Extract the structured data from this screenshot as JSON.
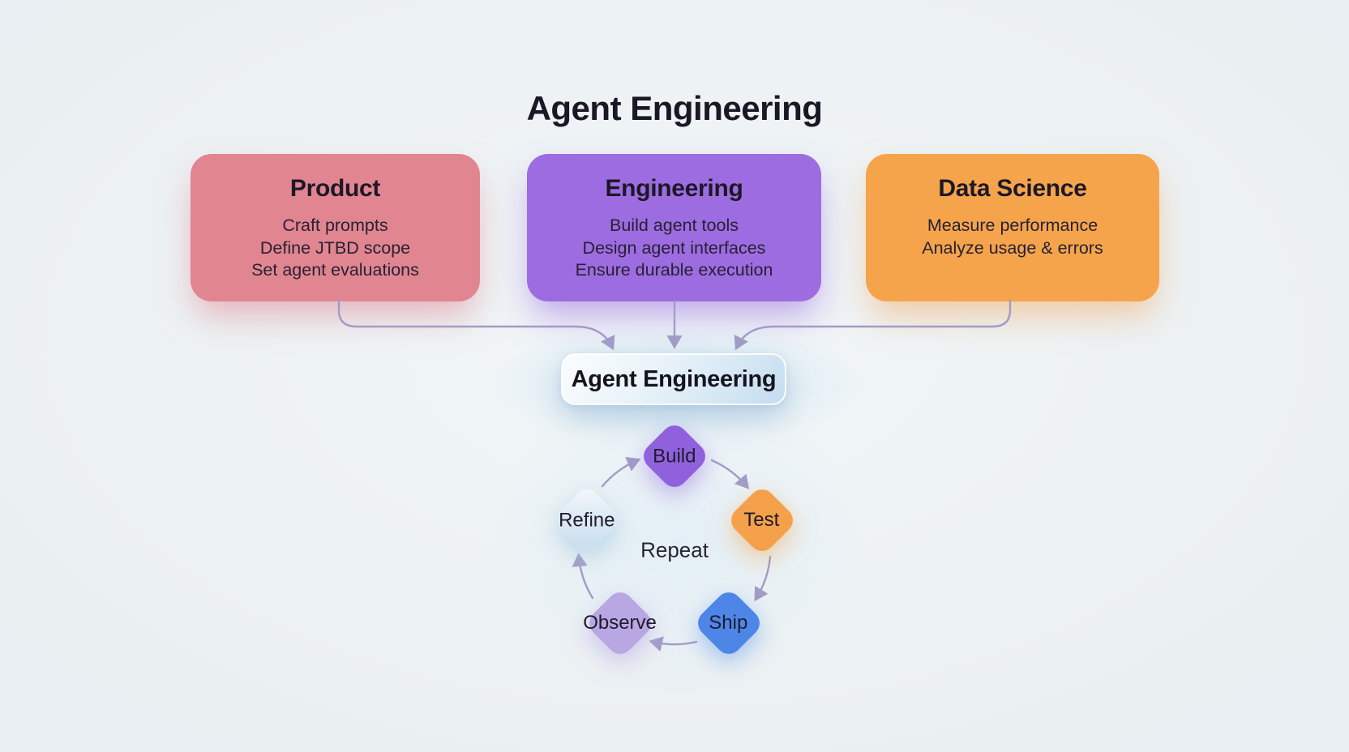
{
  "title": "Agent Engineering",
  "pillars": [
    {
      "name": "Product",
      "color": "#e18590",
      "items": [
        "Craft prompts",
        "Define JTBD scope",
        "Set agent evaluations"
      ]
    },
    {
      "name": "Engineering",
      "color": "#9d6ce0",
      "items": [
        "Build agent tools",
        "Design agent interfaces",
        "Ensure durable execution"
      ]
    },
    {
      "name": "Data Science",
      "color": "#f5a44c",
      "items": [
        "Measure performance",
        "Analyze usage & errors"
      ]
    }
  ],
  "hub": {
    "label": "Agent Engineering"
  },
  "cycle": {
    "center_label": "Repeat",
    "nodes": [
      {
        "label": "Build",
        "color": "#9061dd"
      },
      {
        "label": "Test",
        "color": "#f5a04b"
      },
      {
        "label": "Ship",
        "color": "#4e86e8"
      },
      {
        "label": "Observe",
        "color": "#b9a7e4"
      },
      {
        "label": "Refine",
        "color": "#dcebf6"
      }
    ]
  },
  "colors": {
    "background": "#edf2f4",
    "arrow": "#a29cc6",
    "text_dark": "#231f2e",
    "hub_gradient_start": "#fbfdfe",
    "hub_gradient_end": "#c4ddf0"
  }
}
